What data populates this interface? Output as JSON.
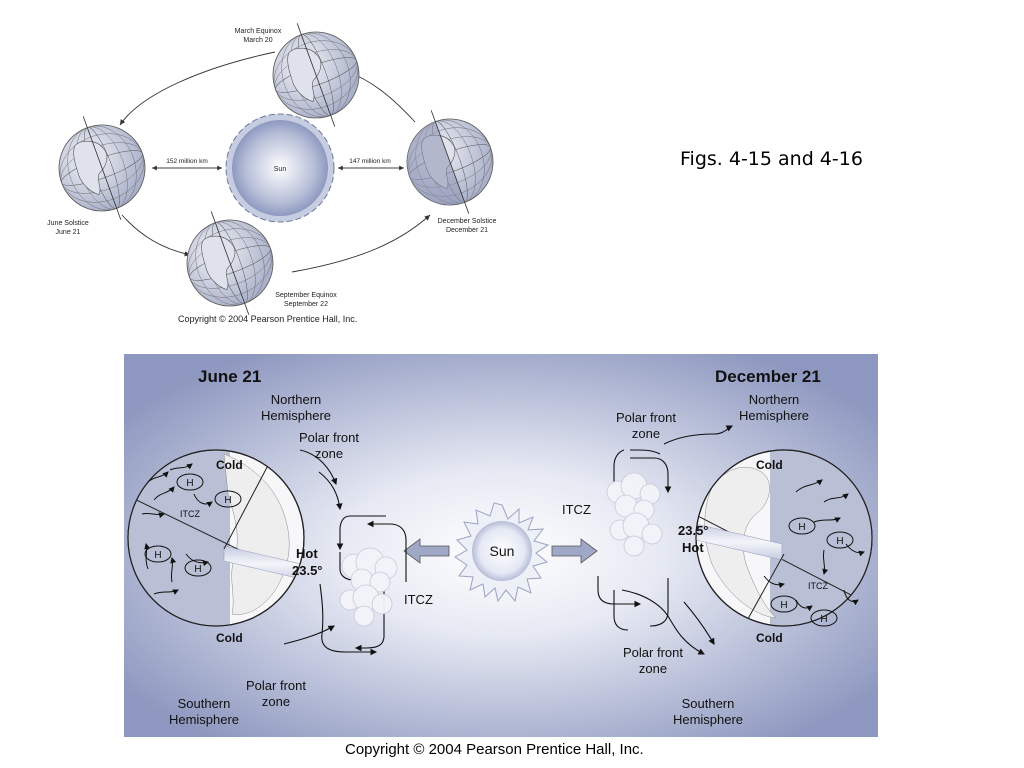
{
  "slide": {
    "title": "Figs. 4-15 and 4-16"
  },
  "orbit_figure": {
    "sun_label": "Sun",
    "positions": {
      "march": [
        "March Equinox",
        "March 20"
      ],
      "june": [
        "June Solstice",
        "June 21"
      ],
      "september": [
        "September Equinox",
        "September 22"
      ],
      "december": [
        "December Solstice",
        "December 21"
      ]
    },
    "distance_left": "152 million km",
    "distance_right": "147 million km",
    "copyright": "Copyright © 2004 Pearson Prentice Hall, Inc."
  },
  "circulation_figure": {
    "sun_label": "Sun",
    "left": {
      "date": "June 21",
      "northern_hemisphere": [
        "Northern",
        "Hemisphere"
      ],
      "southern_hemisphere": [
        "Southern",
        "Hemisphere"
      ],
      "polar_front_upper": [
        "Polar front",
        "zone"
      ],
      "polar_front_lower": [
        "Polar front",
        "zone"
      ],
      "itcz_outer": "ITCZ",
      "itcz_inner": "ITCZ",
      "cold_top": "Cold",
      "cold_bottom": "Cold",
      "hot": "Hot",
      "angle": "23.5°",
      "high_marker": "H"
    },
    "right": {
      "date": "December 21",
      "northern_hemisphere": [
        "Northern",
        "Hemisphere"
      ],
      "southern_hemisphere": [
        "Southern",
        "Hemisphere"
      ],
      "polar_front_upper": [
        "Polar front",
        "zone"
      ],
      "polar_front_lower": [
        "Polar front",
        "zone"
      ],
      "itcz_outer": "ITCZ",
      "itcz_inner": "ITCZ",
      "cold_top": "Cold",
      "cold_bottom": "Cold",
      "hot": "Hot",
      "angle": "23.5°",
      "high_marker": "H"
    },
    "copyright": "Copyright © 2004 Pearson Prentice Hall, Inc."
  },
  "colors": {
    "panel_edge": "#8d97bf",
    "panel_center": "#ffffff",
    "globe_land": "#f4f4f4",
    "globe_shadow": "#b9bfd4",
    "arrow_fill": "#9fa8c6",
    "line": "#1a1a1a"
  }
}
